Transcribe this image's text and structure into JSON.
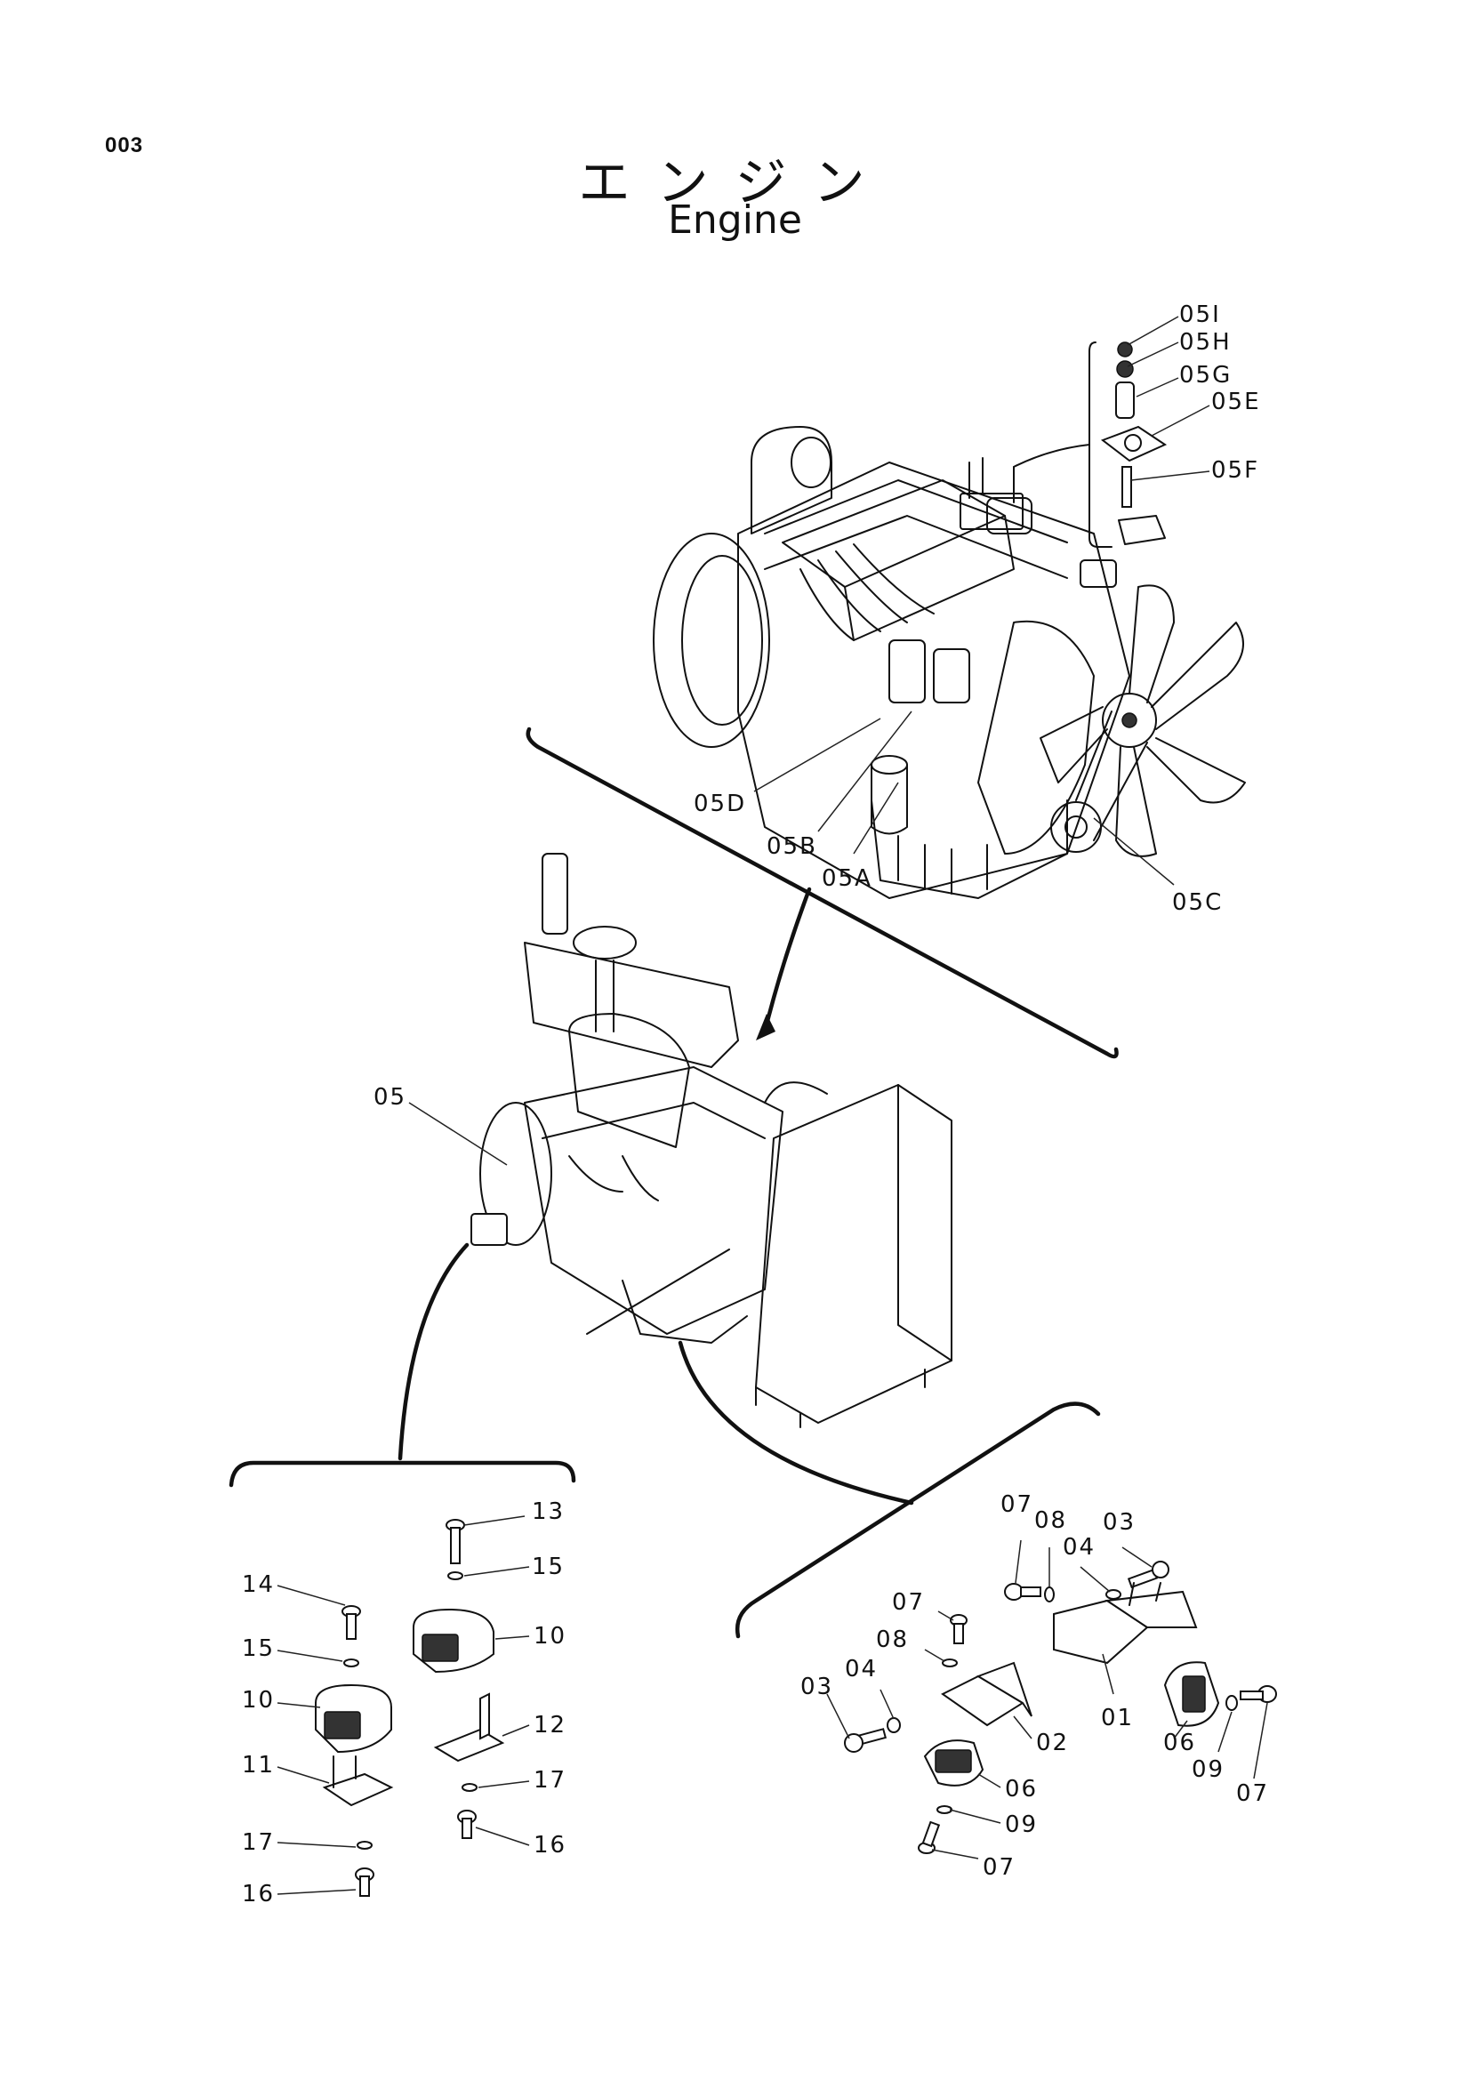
{
  "page_number": "003",
  "title_ja": "エンジン",
  "title_en": "Engine",
  "callouts": {
    "c05I": "05I",
    "c05H": "05H",
    "c05G": "05G",
    "c05E": "05E",
    "c05F": "05F",
    "c05D": "05D",
    "c05B": "05B",
    "c05A": "05A",
    "c05C": "05C",
    "c05": "05",
    "c13": "13",
    "c15a": "15",
    "c14": "14",
    "c15b": "15",
    "c10a": "10",
    "c10b": "10",
    "c12": "12",
    "c11": "11",
    "c17a": "17",
    "c17b": "17",
    "c16a": "16",
    "c16b": "16",
    "c07a": "07",
    "c08a": "08",
    "c03a": "03",
    "c04a": "04",
    "c07b": "07",
    "c08b": "08",
    "c03b": "03",
    "c04b": "04",
    "c02": "02",
    "c01": "01",
    "c06a": "06",
    "c06b": "06",
    "c09a": "09",
    "c09b": "09",
    "c07c": "07",
    "c07d": "07"
  }
}
